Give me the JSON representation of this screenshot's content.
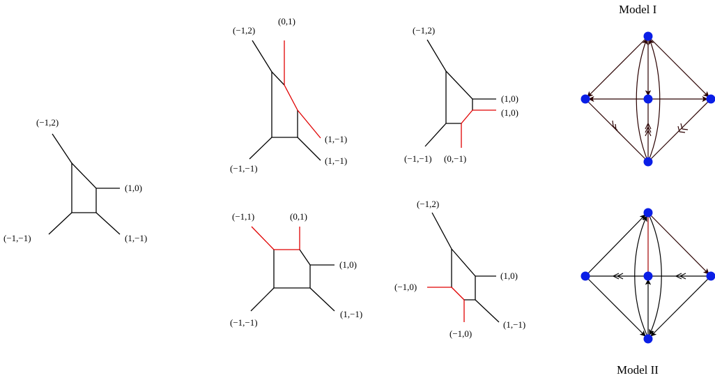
{
  "colors": {
    "line": "#000000",
    "highlight": "#e00000",
    "arrow": "#2a0000",
    "node": "#0a1ee6"
  },
  "diagram_main": {
    "labels": {
      "top": "(−1,2)",
      "right": "(1,0)",
      "bottom_left": "(−1,−1)",
      "bottom_right": "(1,−1)"
    }
  },
  "diagram_a": {
    "labels": {
      "top": "(−1,2)",
      "top_red": "(0,1)",
      "right_red": "(1,−1)",
      "bottom_right": "(1,−1)",
      "bottom_left": "(−1,−1)"
    }
  },
  "diagram_b": {
    "labels": {
      "top": "(−1,2)",
      "right1": "(1,0)",
      "right2": "(1,0)",
      "bottom_left": "(−1,−1)",
      "bottom_red": "(0,−1)"
    }
  },
  "diagram_c": {
    "labels": {
      "top_left": "(−1,1)",
      "top_right": "(0,1)",
      "right": "(1,0)",
      "bottom_left": "(−1,−1)",
      "bottom_right": "(1,−1)"
    }
  },
  "diagram_d": {
    "labels": {
      "top": "(−1,2)",
      "left_red": "(−1,0)",
      "bottom_red": "(−1,0)",
      "right": "(1,0)",
      "bottom_right": "(1,−1)"
    }
  },
  "quivers": {
    "model1_title": "Model I",
    "model2_title": "Model II"
  }
}
